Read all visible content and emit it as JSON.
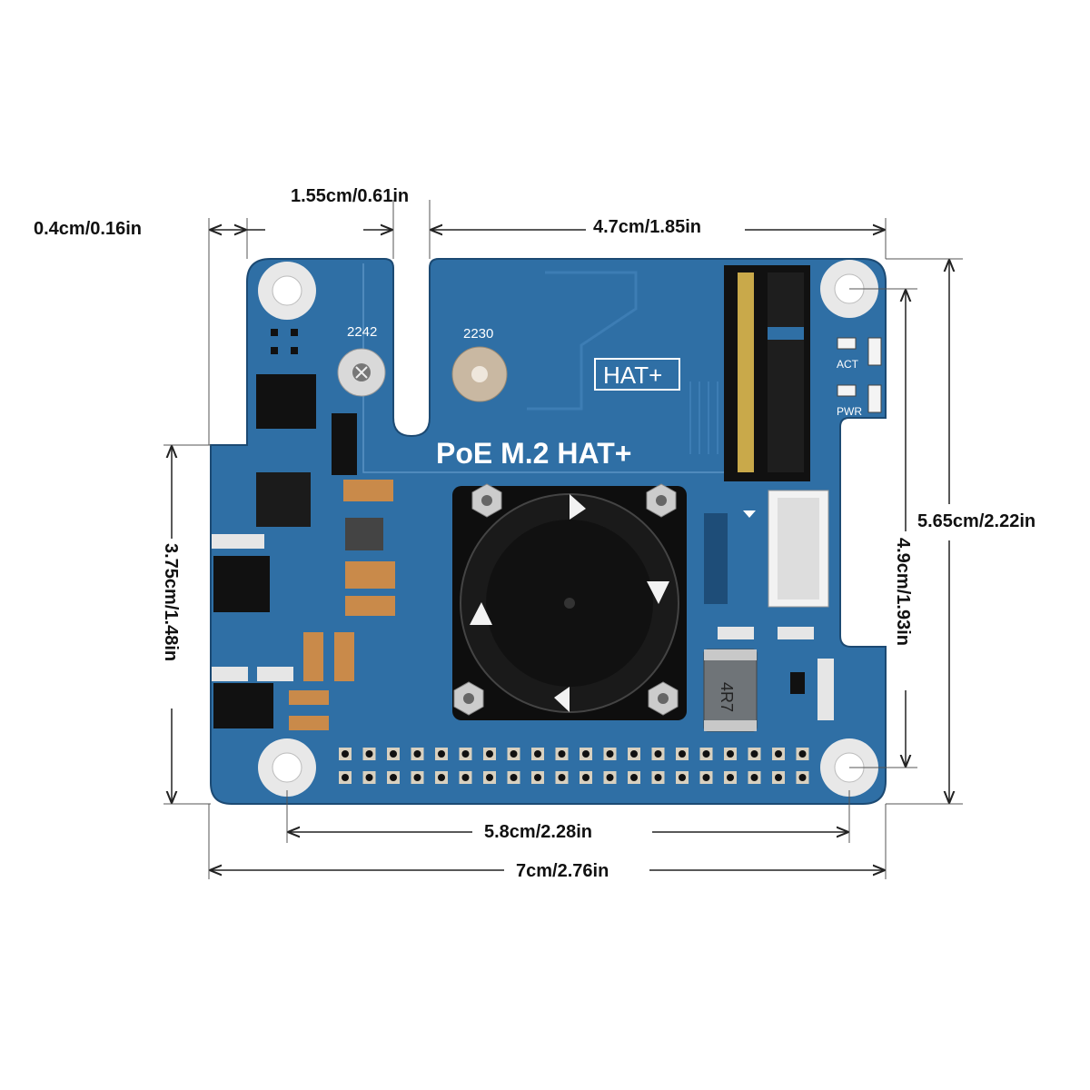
{
  "board": {
    "title": "PoE M.2 HAT+",
    "hat_badge": "HAT+",
    "label_2242": "2242",
    "label_2230": "2230",
    "led_act": "ACT",
    "led_pwr": "PWR",
    "inductor_code": "4R7",
    "colors": {
      "pcb": "#2f6fa5",
      "pcb_dark": "#1f5484",
      "silk": "#ffffff"
    }
  },
  "dimensions": {
    "left_offset": "0.4cm/0.16in",
    "slot_width": "1.55cm/0.61in",
    "connector_span": "4.7cm/1.85in",
    "total_height": "5.65cm/2.22in",
    "hole_spacing_v": "4.9cm/1.93in",
    "left_section_height": "3.75cm/1.48in",
    "hole_spacing_h": "5.8cm/2.28in",
    "total_width": "7cm/2.76in"
  }
}
